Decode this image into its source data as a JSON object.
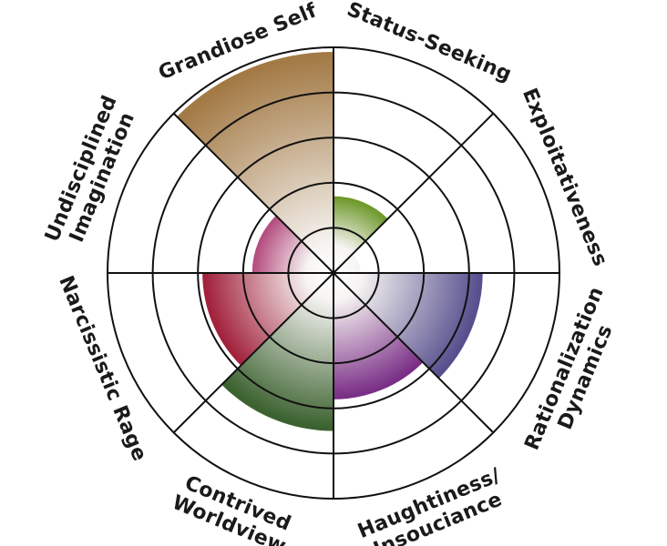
{
  "chart_data": {
    "type": "polar-area",
    "title": "",
    "rlim": [
      0,
      5
    ],
    "ring_count": 5,
    "categories": [
      {
        "name": "status-seeking",
        "label_lines": [
          "Status-Seeking"
        ],
        "value": 1.7,
        "color": "#6f9a2c"
      },
      {
        "name": "exploitativeness",
        "label_lines": [
          "Exploitativeness"
        ],
        "value": 0.6,
        "color": "#2f8d8f"
      },
      {
        "name": "rationalization-dynamics",
        "label_lines": [
          "Rationalization",
          "Dynamics"
        ],
        "value": 3.3,
        "color": "#57508e"
      },
      {
        "name": "haughtiness-insouciance",
        "label_lines": [
          "Haughtiness/",
          "Insouciance"
        ],
        "value": 2.8,
        "color": "#7a2f86"
      },
      {
        "name": "contrived-worldview",
        "label_lines": [
          "Contrived",
          "Worldview"
        ],
        "value": 3.5,
        "color": "#3c6230"
      },
      {
        "name": "narcissistic-rage",
        "label_lines": [
          "Narcissistic Rage"
        ],
        "value": 2.9,
        "color": "#a2223c"
      },
      {
        "name": "undisciplined-imagination",
        "label_lines": [
          "Undisciplined",
          "Imagination"
        ],
        "value": 1.8,
        "color": "#b54e80"
      },
      {
        "name": "grandiose-self",
        "label_lines": [
          "Grandiose Self"
        ],
        "value": 4.9,
        "color": "#a37a45"
      }
    ]
  }
}
